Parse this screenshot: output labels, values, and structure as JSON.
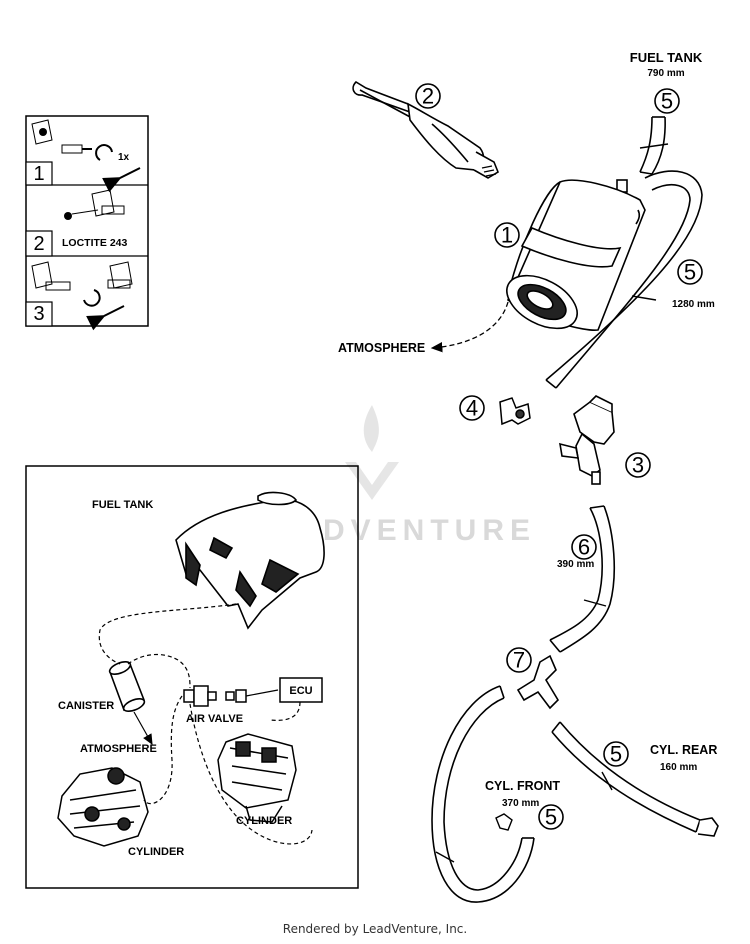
{
  "callouts": {
    "c1": "1",
    "c2": "2",
    "c3": "3",
    "c4": "4",
    "c5a": "5",
    "c5b": "5",
    "c5c": "5",
    "c5d": "5",
    "c6": "6",
    "c7": "7"
  },
  "labels": {
    "fuel_tank": "FUEL TANK",
    "fuel_tank_len": "790 mm",
    "len_1280": "1280 mm",
    "atmosphere": "ATMOSPHERE",
    "len_390": "390 mm",
    "cyl_rear": "CYL. REAR",
    "cyl_rear_len": "160 mm",
    "cyl_front": "CYL. FRONT",
    "cyl_front_len": "370 mm"
  },
  "legend": {
    "step1_num": "1",
    "step1_text": "1x",
    "step2_num": "2",
    "step2_text": "LOCTITE 243",
    "step3_num": "3"
  },
  "inset": {
    "fuel_tank": "FUEL TANK",
    "canister": "CANISTER",
    "air_valve": "AIR VALVE",
    "ecu": "ECU",
    "atmosphere": "ATMOSPHERE",
    "cylinder_left": "CYLINDER",
    "cylinder_right": "CYLINDER"
  },
  "watermark": "LEADVENTURE",
  "footer": "Rendered by LeadVenture, Inc."
}
